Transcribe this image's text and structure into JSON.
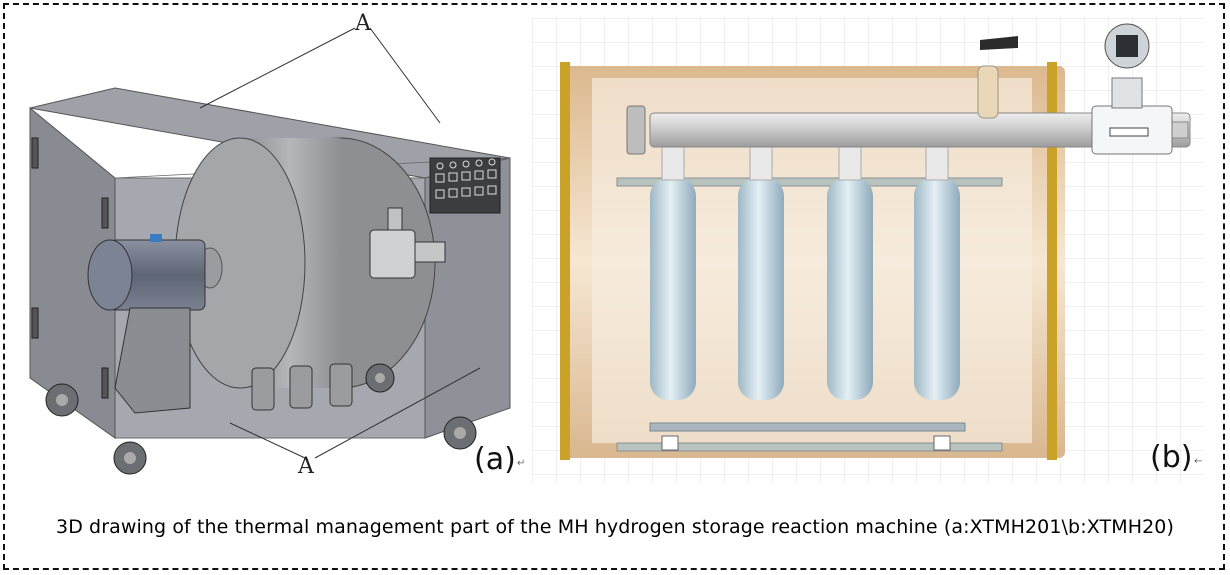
{
  "figure": {
    "caption": "3D drawing of the thermal management part of the MH hydrogen storage reaction machine (a:XTMH201\\b:XTMH20)",
    "panel_a": {
      "label": "(a)",
      "callout_top": "A",
      "callout_bottom": "A",
      "return_mark": "↵"
    },
    "panel_b": {
      "label": "(b)",
      "return_mark": "←"
    }
  },
  "colors": {
    "housing_fill": "#8f9299",
    "drum_fill": "#a9abae",
    "motor_fill": "#707684",
    "tank_fill": "#b8cfdb",
    "vessel_fill": "#e8c9a2",
    "flange_color": "#c9a227"
  }
}
